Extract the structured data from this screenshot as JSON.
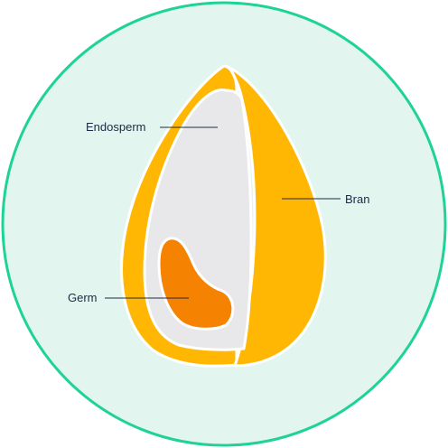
{
  "diagram": {
    "labels": {
      "endosperm": "Endosperm",
      "bran": "Bran",
      "germ": "Germ"
    },
    "colors": {
      "background_fill": "#e2f5ee",
      "ring": "#1fd394",
      "bran": "#ffb703",
      "endosperm": "#e8e8ea",
      "germ": "#f58200",
      "outline": "#ffffff",
      "label_text": "#1f2a44"
    }
  }
}
